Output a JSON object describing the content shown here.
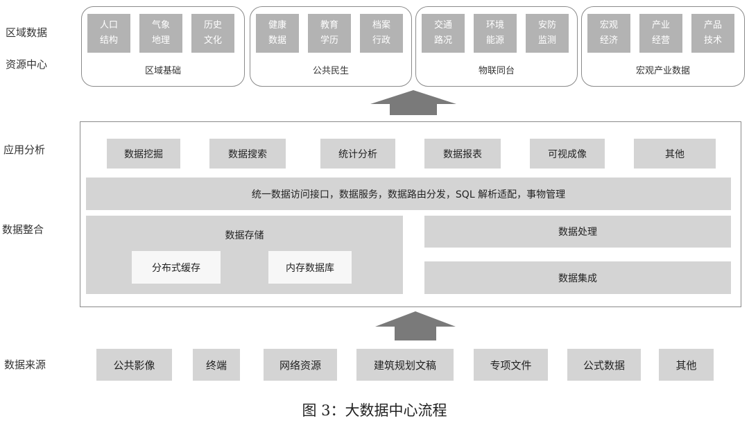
{
  "side_labels": {
    "resource_line1": "区域数据",
    "resource_line2": "资源中心",
    "app": "应用分析",
    "integration": "数据整合",
    "source": "数据来源"
  },
  "resource_groups": [
    {
      "title": "区域基础",
      "tiles": [
        [
          "人口",
          "结构"
        ],
        [
          "气象",
          "地理"
        ],
        [
          "历史",
          "文化"
        ]
      ]
    },
    {
      "title": "公共民生",
      "tiles": [
        [
          "健康",
          "数据"
        ],
        [
          "教育",
          "学历"
        ],
        [
          "档案",
          "行政"
        ]
      ]
    },
    {
      "title": "物联同台",
      "tiles": [
        [
          "交通",
          "路况"
        ],
        [
          "环境",
          "能源"
        ],
        [
          "安防",
          "监测"
        ]
      ]
    },
    {
      "title": "宏观产业数据",
      "tiles": [
        [
          "宏观",
          "经济"
        ],
        [
          "产业",
          "经营"
        ],
        [
          "产品",
          "技术"
        ]
      ]
    }
  ],
  "app_items": [
    "数据挖掘",
    "数据搜索",
    "统计分析",
    "数据报表",
    "可视成像",
    "其他"
  ],
  "interface_bar": "统一数据访问接口，数据服务，数据路由分发，SQL 解析适配，事物管理",
  "storage": {
    "title": "数据存储",
    "items": [
      "分布式缓存",
      "内存数据库"
    ]
  },
  "processing": "数据处理",
  "integration_box": "数据集成",
  "sources": [
    "公共影像",
    "终端",
    "网络资源",
    "建筑规划文稿",
    "专项文件",
    "公式数据",
    "其他"
  ],
  "caption": "图 3：大数据中心流程",
  "colors": {
    "tile": "#b3b3b3",
    "box": "#d4d4d4",
    "arrow": "#7a7a7a",
    "border": "#8a8a8a"
  }
}
